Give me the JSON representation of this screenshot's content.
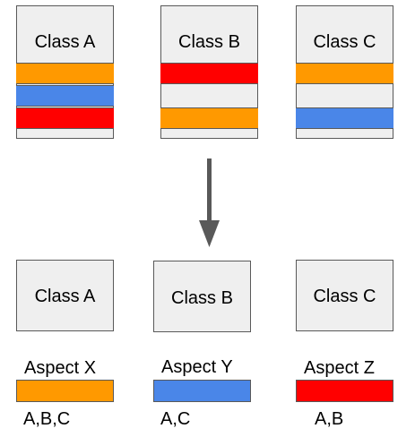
{
  "top_classes": [
    {
      "title": "Class A",
      "bands": [
        {
          "aspect": "Aspect X",
          "color": "#ff9900"
        },
        {
          "aspect": "Aspect Y",
          "color": "#4a86e8"
        },
        {
          "aspect": "Aspect Z",
          "color": "#ff0000"
        }
      ]
    },
    {
      "title": "Class B",
      "bands": [
        {
          "aspect": "Aspect Z",
          "color": "#ff0000"
        },
        {
          "aspect": null,
          "color": null
        },
        {
          "aspect": "Aspect X",
          "color": "#ff9900"
        }
      ]
    },
    {
      "title": "Class C",
      "bands": [
        {
          "aspect": "Aspect X",
          "color": "#ff9900"
        },
        {
          "aspect": null,
          "color": null
        },
        {
          "aspect": "Aspect Y",
          "color": "#4a86e8"
        }
      ]
    }
  ],
  "bottom_classes": [
    {
      "title": "Class A"
    },
    {
      "title": "Class B"
    },
    {
      "title": "Class C"
    }
  ],
  "aspects": [
    {
      "name": "Aspect X",
      "color": "#ff9900",
      "used_by": "A,B,C"
    },
    {
      "name": "Aspect Y",
      "color": "#4a86e8",
      "used_by": "A,C"
    },
    {
      "name": "Aspect Z",
      "color": "#ff0000",
      "used_by": "A,B"
    }
  ],
  "colors": {
    "box_fill": "#efefef",
    "border": "#595959",
    "arrow": "#595959"
  }
}
